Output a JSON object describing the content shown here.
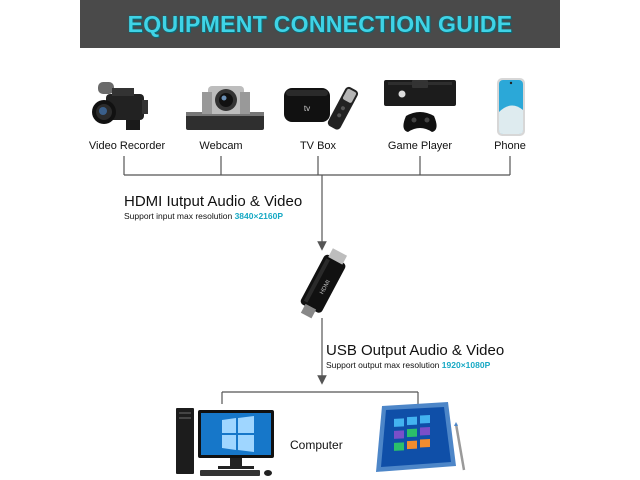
{
  "banner": {
    "title": "EQUIPMENT CONNECTION GUIDE"
  },
  "devices": [
    {
      "label": "Video Recorder",
      "icon": "video-recorder-icon"
    },
    {
      "label": "Webcam",
      "icon": "webcam-icon"
    },
    {
      "label": "TV Box",
      "icon": "tv-box-icon"
    },
    {
      "label": "Game Player",
      "icon": "game-console-icon"
    },
    {
      "label": "Phone",
      "icon": "phone-icon"
    }
  ],
  "input": {
    "heading": "HDMI Iutput Audio & Video",
    "support_text": "Support input max resolution",
    "resolution": "3840×2160P"
  },
  "capture_device": {
    "icon": "capture-card-icon"
  },
  "output": {
    "heading": "USB Output Audio & Video",
    "support_text": "Support output max resolution",
    "resolution": "1920×1080P"
  },
  "computer": {
    "label": "Computer"
  },
  "colors": {
    "banner_bg": "#4a4a4a",
    "banner_text": "#3fd3e6",
    "accent": "#17a9c4",
    "line": "#555555"
  }
}
